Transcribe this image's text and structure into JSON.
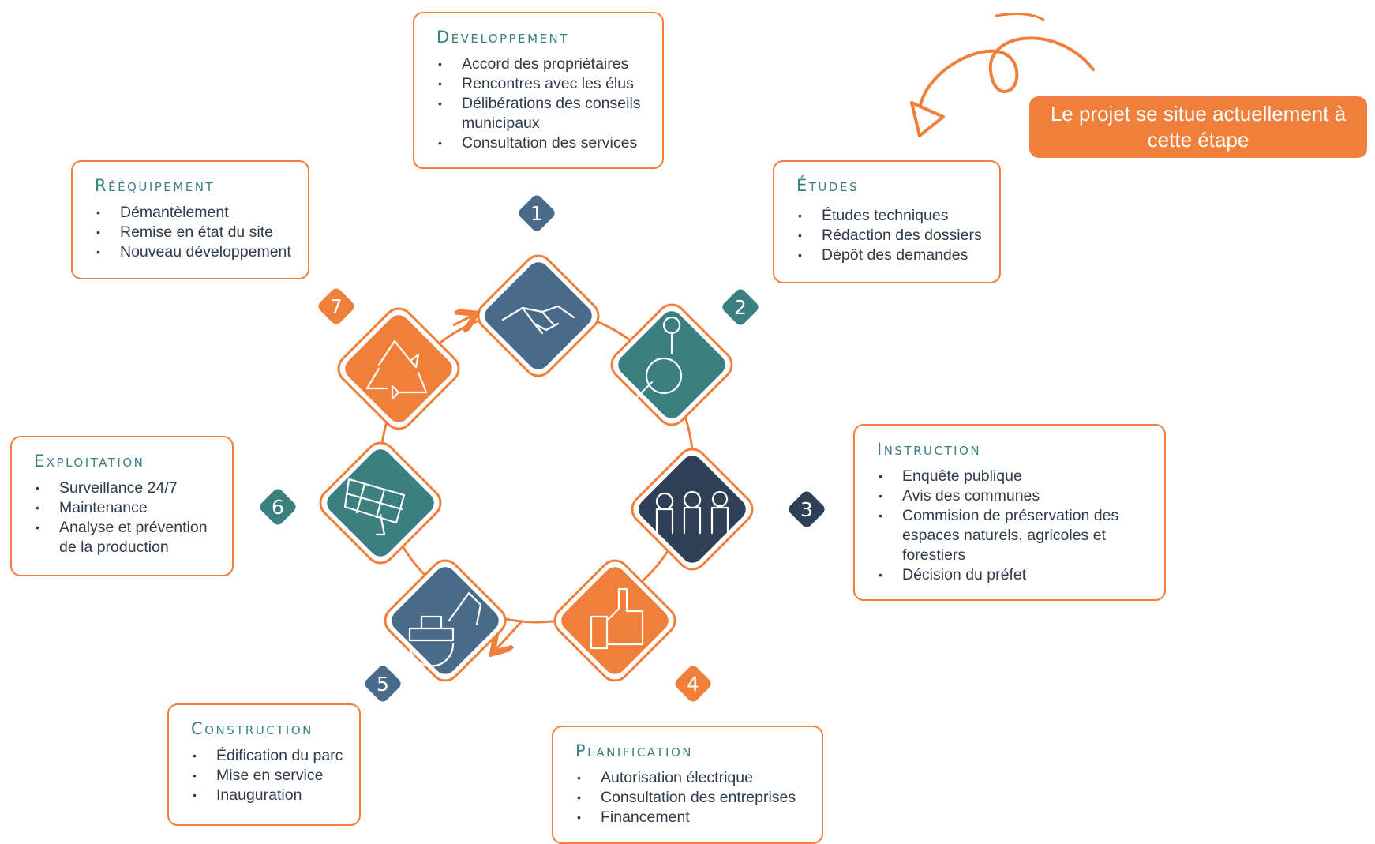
{
  "steps": [
    {
      "number": "1",
      "title": "Développement",
      "items": [
        "Accord des propriétaires",
        "Rencontres avec les élus",
        "Délibérations des conseils municipaux",
        "Consultation des services"
      ],
      "icon": "handshake-icon",
      "color": "#4a6a8a"
    },
    {
      "number": "2",
      "title": "Études",
      "items": [
        "Études techniques",
        "Rédaction des dossiers",
        "Dépôt des demandes"
      ],
      "icon": "magnifier-pin-icon",
      "color": "#3b7f80"
    },
    {
      "number": "3",
      "title": "Instruction",
      "items": [
        "Enquête publique",
        "Avis des communes",
        "Commision de préservation des espaces naturels, agricoles et forestiers",
        "Décision du préfet"
      ],
      "icon": "people-icon",
      "color": "#2f3f55"
    },
    {
      "number": "4",
      "title": "Planification",
      "items": [
        "Autorisation électrique",
        "Consultation des entreprises",
        "Financement"
      ],
      "icon": "thumbs-up-icon",
      "color": "#f07f3c"
    },
    {
      "number": "5",
      "title": "Construction",
      "items": [
        "Édification du parc",
        "Mise en service",
        "Inauguration"
      ],
      "icon": "excavator-icon",
      "color": "#4a6a8a"
    },
    {
      "number": "6",
      "title": "Exploitation",
      "items": [
        "Surveillance 24/7",
        "Maintenance",
        "Analyse et prévention de la production"
      ],
      "icon": "solar-panel-icon",
      "color": "#3b7f80"
    },
    {
      "number": "7",
      "title": "Rééquipement",
      "items": [
        "Démantèlement",
        "Remise en état du site",
        "Nouveau développement"
      ],
      "icon": "recycle-icon",
      "color": "#f07f3c"
    }
  ],
  "callout": {
    "text": "Le projet se situe actuellement à cette étape"
  },
  "colors": {
    "orange": "#f07f3c",
    "teal": "#3b7f80",
    "slate": "#4a6a8a",
    "navy": "#2f3f55",
    "text": "#2f3b4a"
  }
}
